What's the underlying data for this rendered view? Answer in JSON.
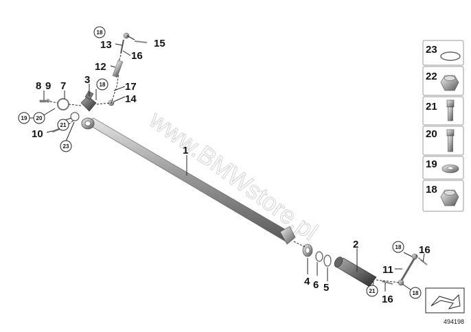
{
  "watermark": "www.BMWstore.pl",
  "diagram_number": "494198",
  "labels": {
    "l1": "1",
    "l2": "2",
    "l3": "3",
    "l4": "4",
    "l5": "5",
    "l6": "6",
    "l7": "7",
    "l8": "8",
    "l9": "9",
    "l10": "10",
    "l11": "11",
    "l12": "12",
    "l13": "13",
    "l14": "14",
    "l15": "15",
    "l16a": "16",
    "l16b": "16",
    "l16c": "16",
    "l17": "17"
  },
  "circled": {
    "c18a": "18",
    "c18b": "18",
    "c18c": "18",
    "c18d": "18",
    "c19": "19",
    "c20": "20",
    "c21a": "21",
    "c21b": "21",
    "c23": "23"
  },
  "legend": [
    "23",
    "22",
    "21",
    "20",
    "19",
    "18"
  ]
}
